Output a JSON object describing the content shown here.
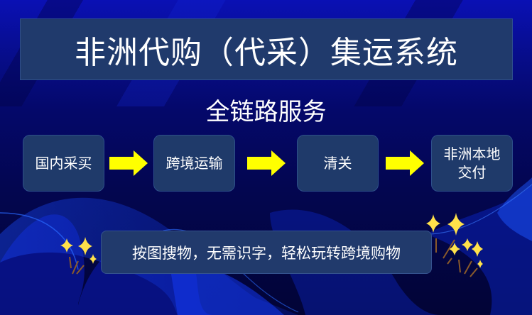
{
  "title": "非洲代购（代采）集运系统",
  "subtitle": "全链路服务",
  "steps": [
    {
      "label": "国内采买"
    },
    {
      "label": "跨境运输"
    },
    {
      "label": "清关"
    },
    {
      "label": "非洲本地交付",
      "line1": "非洲本地",
      "line2": "交付"
    }
  ],
  "tagline": "按图搜物，无需识字，轻松玩转跨境购物",
  "icons": {
    "arrow": "arrow-right-icon",
    "sparkle_left": "sparkle-stars-icon",
    "sparkle_right": "sparkle-stars-icon"
  },
  "colors": {
    "background_top": "#0a10b4",
    "background_bottom": "#020436",
    "box_fill": "#203a6c",
    "arrow": "#ffff00",
    "sparkle": "#ffe14a",
    "text": "#ffffff"
  }
}
